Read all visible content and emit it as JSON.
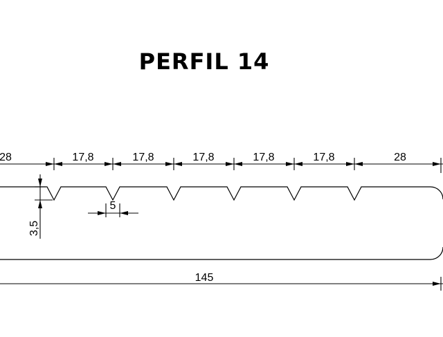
{
  "title": "PERFIL 14",
  "dimensions": {
    "top_segments": [
      "28",
      "17,8",
      "17,8",
      "17,8",
      "17,8",
      "17,8",
      "28"
    ],
    "groove_width": "5",
    "groove_depth": "3,5",
    "total_width": "145"
  }
}
